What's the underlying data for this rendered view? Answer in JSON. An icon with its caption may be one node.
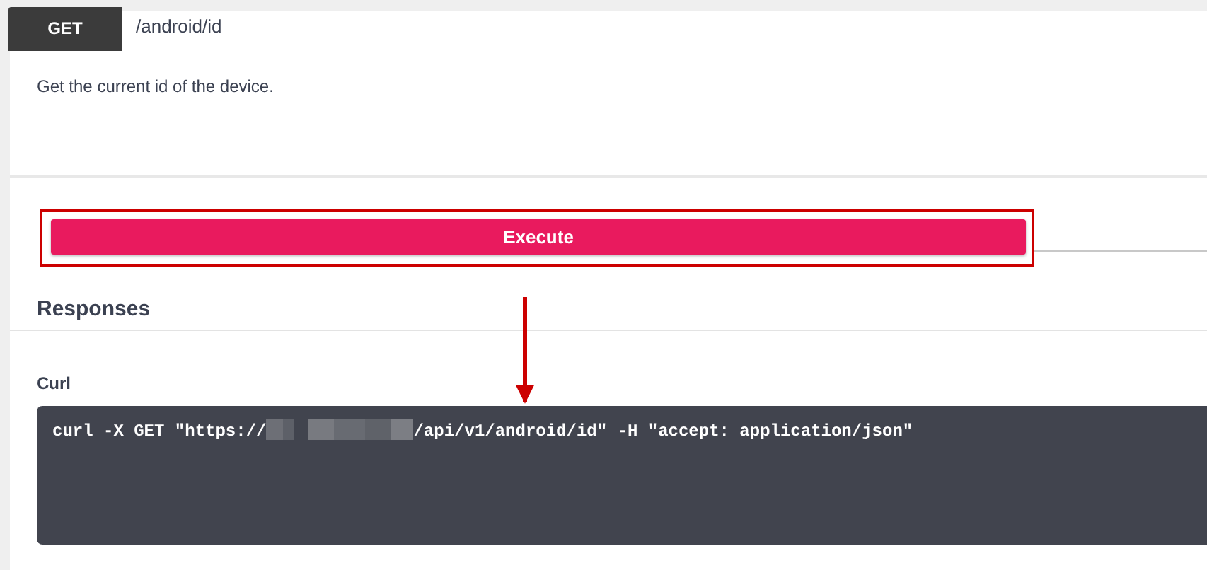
{
  "diagram": {
    "nodes": [
      {
        "text": [],
        "shape": "box"
      },
      {
        "text": [
          "Execute"
        ],
        "in": 0
      },
      {
        "text": [
          "curl -X GET \"https://",
          "/api/v1/android/id\" -H \"accept: application/json\""
        ]
      }
    ],
    "edges": [
      {
        "from": 0,
        "to": 2,
        "arrow": "to",
        "color": "#cc0000"
      }
    ],
    "labels": [
      "GET",
      "/android/id",
      "Get the current id of the device.",
      "Responses",
      "Curl"
    ]
  }
}
